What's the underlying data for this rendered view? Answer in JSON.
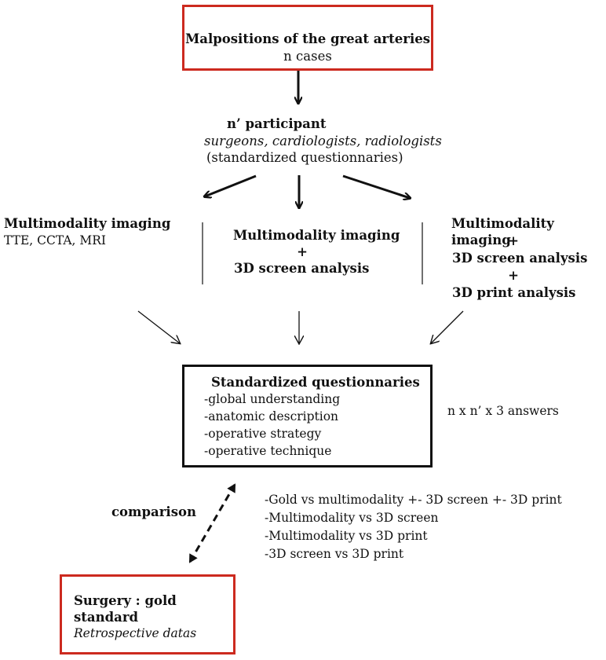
{
  "top_box": {
    "title": "Malpositions of the great arteries",
    "subtitle": "n cases",
    "border_color": "#cc2a1f"
  },
  "participants": {
    "title": "n’ participant",
    "roles": "surgeons, cardiologists, radiologists",
    "note": "(standardized questionnaries)"
  },
  "branch_left": {
    "title": "Multimodality imaging",
    "detail": "TTE, CCTA, MRI"
  },
  "branch_middle": {
    "line1": "Multimodality imaging",
    "plus": "+",
    "line2": "3D screen analysis"
  },
  "branch_right": {
    "line1": "Multimodality imaging",
    "plus1": "+",
    "line2": "3D screen analysis",
    "plus2": "+",
    "line3": "3D print analysis"
  },
  "questionnaire_box": {
    "title": "Standardized questionnaries",
    "items": [
      "-global understanding",
      "-anatomic description",
      "-operative strategy",
      "-operative technique"
    ]
  },
  "answers_label": "n x n’ x 3 answers",
  "comparison_label": "comparison",
  "comparisons": [
    "-Gold vs multimodality +- 3D screen +- 3D print",
    "-Multimodality vs 3D screen",
    "-Multimodality vs 3D print",
    "-3D screen vs 3D print"
  ],
  "bottom_box": {
    "title": "Surgery : gold standard",
    "subtitle": "Retrospective datas",
    "border_color": "#cc2a1f"
  }
}
